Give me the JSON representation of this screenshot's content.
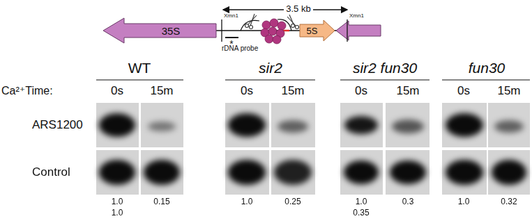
{
  "diagram": {
    "nodes": [
      {
        "text": [
          "35S"
        ]
      },
      {
        "text": [
          "5S"
        ]
      }
    ],
    "labels": [
      "3.5 kb",
      "Xmn1",
      "Xmn1",
      "*",
      "rDNA probe",
      "WT",
      "sir2",
      "sir2 fun30",
      "fun30",
      "Ca²⁺Time:",
      "0s",
      "15m",
      "0s",
      "15m",
      "0s",
      "15m",
      "0s",
      "15m",
      "ARS1200",
      "Control",
      "1.0",
      "1.0",
      "0.15",
      "1.0",
      "0.25",
      "1.0",
      "0.35",
      "0.3",
      "1.0",
      "0.32"
    ]
  }
}
